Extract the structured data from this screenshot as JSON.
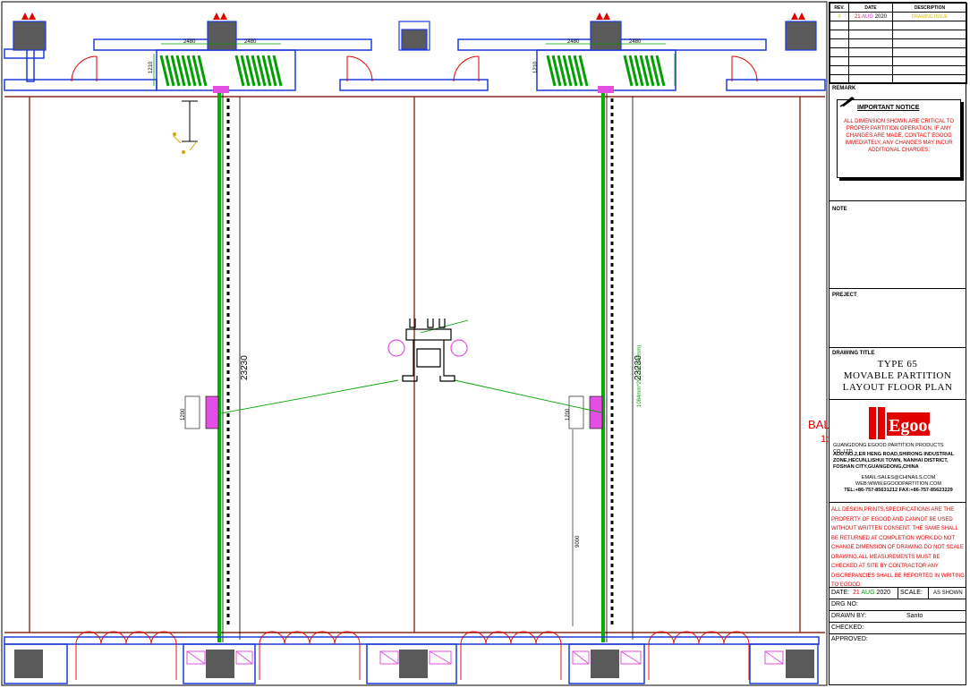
{
  "drawing": {
    "dims": {
      "door_width_1": "2480",
      "door_width_2": "2480",
      "door_width_3": "2480",
      "door_width_4": "2480",
      "depth_left": "1210",
      "depth_right": "1210",
      "run_left": "23230",
      "run_right": "23230",
      "stack_left": "1200",
      "stack_right": "1200",
      "bottom_dim": "9000",
      "panel_note": "1084mm*29 (1B2B76mm)"
    },
    "side_note_line1": "BAL",
    "side_note_line2": "1:",
    "colors": {
      "wall": "#1e3bd8",
      "track": "#00b000",
      "panel": "#00aa00",
      "room": "#8b2a1a",
      "stack": "#e24fe2",
      "red": "#e00000"
    }
  },
  "title_block": {
    "rev_headers": [
      "REV.",
      "DATE",
      "DESCRIPTION"
    ],
    "rev_row": {
      "rev": "0",
      "date_day": "21",
      "date_month": "AUG",
      "date_year": "2020",
      "description": "DRAWING ISSUE"
    },
    "remark_label": "REMARK",
    "notice_title": "IMPORTANT NOTICE",
    "notice_text": "ALL DIMENSION SHOWN ARE CRITICAL TO PROPER PARTITION OPERATION, IF ANY CHANGES ARE MADE, CONTACT EGOOD IMMEDIATELY, ANY CHANGES MAY INCUR ADDITIONAL CHARGES.",
    "note_label": "NOTE",
    "project_label": "PREJECT",
    "drawing_title_label": "DRAWING TITLE",
    "title_line1": "TYPE 65",
    "title_line2": "MOVABLE PARTITION",
    "title_line3": "LAYOUT FLOOR PLAN",
    "logo_text": "Egood",
    "company_name": "GUANGDONG EGOOD PARTITION PRODUCTS CO.,LTD",
    "company_addr": "ADD:NO.2,ER HENG ROAD,SHIRONG INDUSTRIAL ZONE,HECUN,LISHUI TOWN, NANHAI DISTRICT, FOSHAN CITY,GUANGDONG,CHINA",
    "company_email": "EMAIL:SALES@CHINAILS.COM",
    "company_web": "WEB:WWW.EGOODPARTITION.COM",
    "company_tel": "TEL:+86-757-85631212 FAX:+86-757-85623229",
    "disclaimer": "ALL DESIGN,PRINTS,SPECIFICATIONS ARE THE PROPERTY OF EGOOD AND CANNOT BE USED WITHOUT WRITTEN CONSENT. THE SAME SHALL BE RETURNED AT COMPLETION WORK.DO NOT CHANGE DIMENSION OF DRAWING.DO NOT SCALE DRAWING.ALL MEASUREMENTS MUST BE CHECKED AT SITE BY CONTRACTOR ANY DISCREPANCIES SHALL BE REPORTED IN WRITING TO EGOOD.",
    "date_label": "DATE:",
    "date_day": "21",
    "date_month": "AUG",
    "date_year": "2020",
    "scale_label": "SCALE:",
    "scale_value": "AS SHOWN",
    "drg_label": "DRG NO:",
    "drawn_label": "DRAWN BY:",
    "drawn_value": "Santo",
    "checked_label": "CHECKED:",
    "approved_label": "APPROVED:"
  }
}
